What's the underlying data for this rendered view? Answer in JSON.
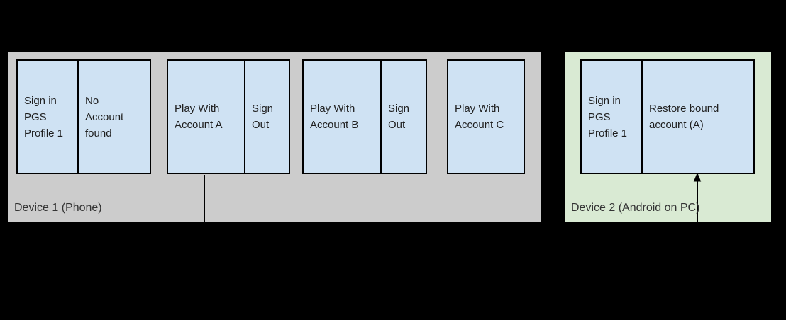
{
  "colors": {
    "canvas_bg": "#000000",
    "device1_bg": "#cccccc",
    "device2_bg": "#d9ead3",
    "box_fill": "#cfe2f3",
    "box_border": "#000000",
    "text_color": "#1f1f1f",
    "label_color": "#333333",
    "connector_color": "#000000"
  },
  "device1": {
    "label": "Device 1 (Phone)",
    "steps": [
      {
        "cells": [
          "Sign in\nPGS\nProfile 1",
          "No\nAccount\nfound"
        ]
      },
      {
        "cells": [
          "Play With\nAccount A",
          "Sign\nOut"
        ]
      },
      {
        "cells": [
          "Play With\nAccount B",
          "Sign\nOut"
        ]
      },
      {
        "cells": [
          "Play With\nAccount C"
        ]
      }
    ]
  },
  "device2": {
    "label": "Device 2 (Android on PC)",
    "steps": [
      {
        "cells": [
          "Sign in\nPGS\nProfile 1",
          "Restore bound\naccount (A)"
        ]
      }
    ]
  }
}
